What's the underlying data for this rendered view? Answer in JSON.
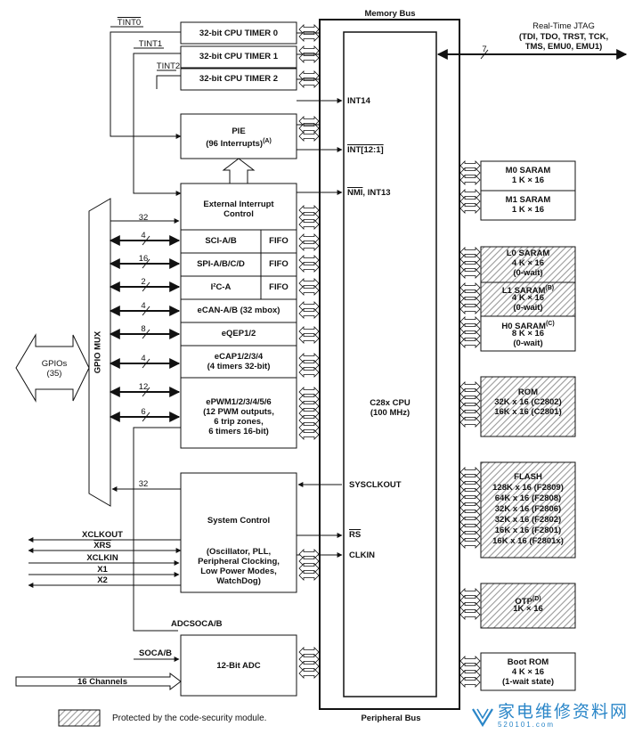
{
  "buses": {
    "memory_bus": "Memory Bus",
    "peripheral_bus": "Peripheral Bus",
    "jtag_title": "Real-Time JTAG",
    "jtag_signals_1": "(TDI, TDO, TRST, TCK,",
    "jtag_signals_2": "TMS, EMU0, EMU1)",
    "jtag_width": "7"
  },
  "timers": {
    "t0": "32-bit CPU TIMER 0",
    "t1": "32-bit CPU TIMER 1",
    "t2": "32-bit CPU TIMER 2",
    "tint0": "TINT0",
    "tint1": "TINT1",
    "tint2": "TINT2"
  },
  "pie": {
    "title": "PIE",
    "desc": "(96 Interrupts)",
    "note": "(A)"
  },
  "peripherals": {
    "ext_int_1": "External Interrupt",
    "ext_int_2": "Control",
    "sci": "SCI-A/B",
    "spi": "SPI-A/B/C/D",
    "i2c": "I²C-A",
    "fifo": "FIFO",
    "ecan": "eCAN-A/B (32 mbox)",
    "eqep": "eQEP1/2",
    "ecap_1": "eCAP1/2/3/4",
    "ecap_2": "(4 timers 32-bit)",
    "epwm_1": "ePWM1/2/3/4/5/6",
    "epwm_2": "(12 PWM outputs,",
    "epwm_3": "6 trip zones,",
    "epwm_4": "6 timers 16-bit)"
  },
  "bus_widths": [
    "32",
    "4",
    "16",
    "2",
    "4",
    "8",
    "4",
    "12",
    "6",
    "32"
  ],
  "gpio": {
    "mux": "GPIO MUX",
    "gpios": "GPIOs",
    "count": "(35)"
  },
  "cpu": {
    "int14": "INT14",
    "int12": "INT[12:1]",
    "nmi": "NMI",
    "int13": ", INT13",
    "core": "C28x CPU",
    "freq": "(100 MHz)",
    "sysclkout": "SYSCLKOUT",
    "rs": "RS",
    "clkin": "CLKIN"
  },
  "system_control": {
    "title": "System Control",
    "d1": "(Oscillator, PLL,",
    "d2": "Peripheral Clocking,",
    "d3": "Low Power Modes,",
    "d4": "WatchDog)"
  },
  "clock_signals": {
    "xclkout": "XCLKOUT",
    "xrs": "XRS",
    "xclkin": "XCLKIN",
    "x1": "X1",
    "x2": "X2"
  },
  "adc": {
    "title": "12-Bit ADC",
    "adcsoca": "ADCSOCA/B",
    "soca": "SOCA/B",
    "channels": "16 Channels"
  },
  "memory": {
    "m0_title": "M0 SARAM",
    "m0_size": "1 K × 16",
    "m1_title": "M1 SARAM",
    "m1_size": "1 K × 16",
    "l0_title": "L0 SARAM",
    "l0_size": "4 K × 16",
    "l0_wait": "(0-wait)",
    "l1_title": "L1 SARAM",
    "l1_note": "(B)",
    "l1_size": "4 K × 16",
    "l1_wait": "(0-wait)",
    "h0_title": "H0 SARAM",
    "h0_note": "(C)",
    "h0_size": "8 K × 16",
    "h0_wait": "(0-wait)",
    "rom_title": "ROM",
    "rom_1": "32K x 16 (C2802)",
    "rom_2": "16K x 16 (C2801)",
    "flash_title": "FLASH",
    "flash_1": "128K x 16 (F2809)",
    "flash_2": "64K x 16 (F2808)",
    "flash_3": "32K x 16 (F2806)",
    "flash_4": "32K x 16 (F2802)",
    "flash_5": "16K x 16 (F2801)",
    "flash_6": "16K x 16 (F2801x)",
    "otp_title": "OTP",
    "otp_note": "(D)",
    "otp_size": "1K × 16",
    "boot_title": "Boot ROM",
    "boot_size": "4 K × 16",
    "boot_wait": "(1-wait state)"
  },
  "legend": {
    "text": "Protected by the code-security module."
  },
  "watermark": {
    "brand": "家电维修资料网",
    "url": "520101.com"
  },
  "colors": {
    "line": "#111111",
    "hatch": "#9a9a9a",
    "watermark": "#2a86c8"
  }
}
